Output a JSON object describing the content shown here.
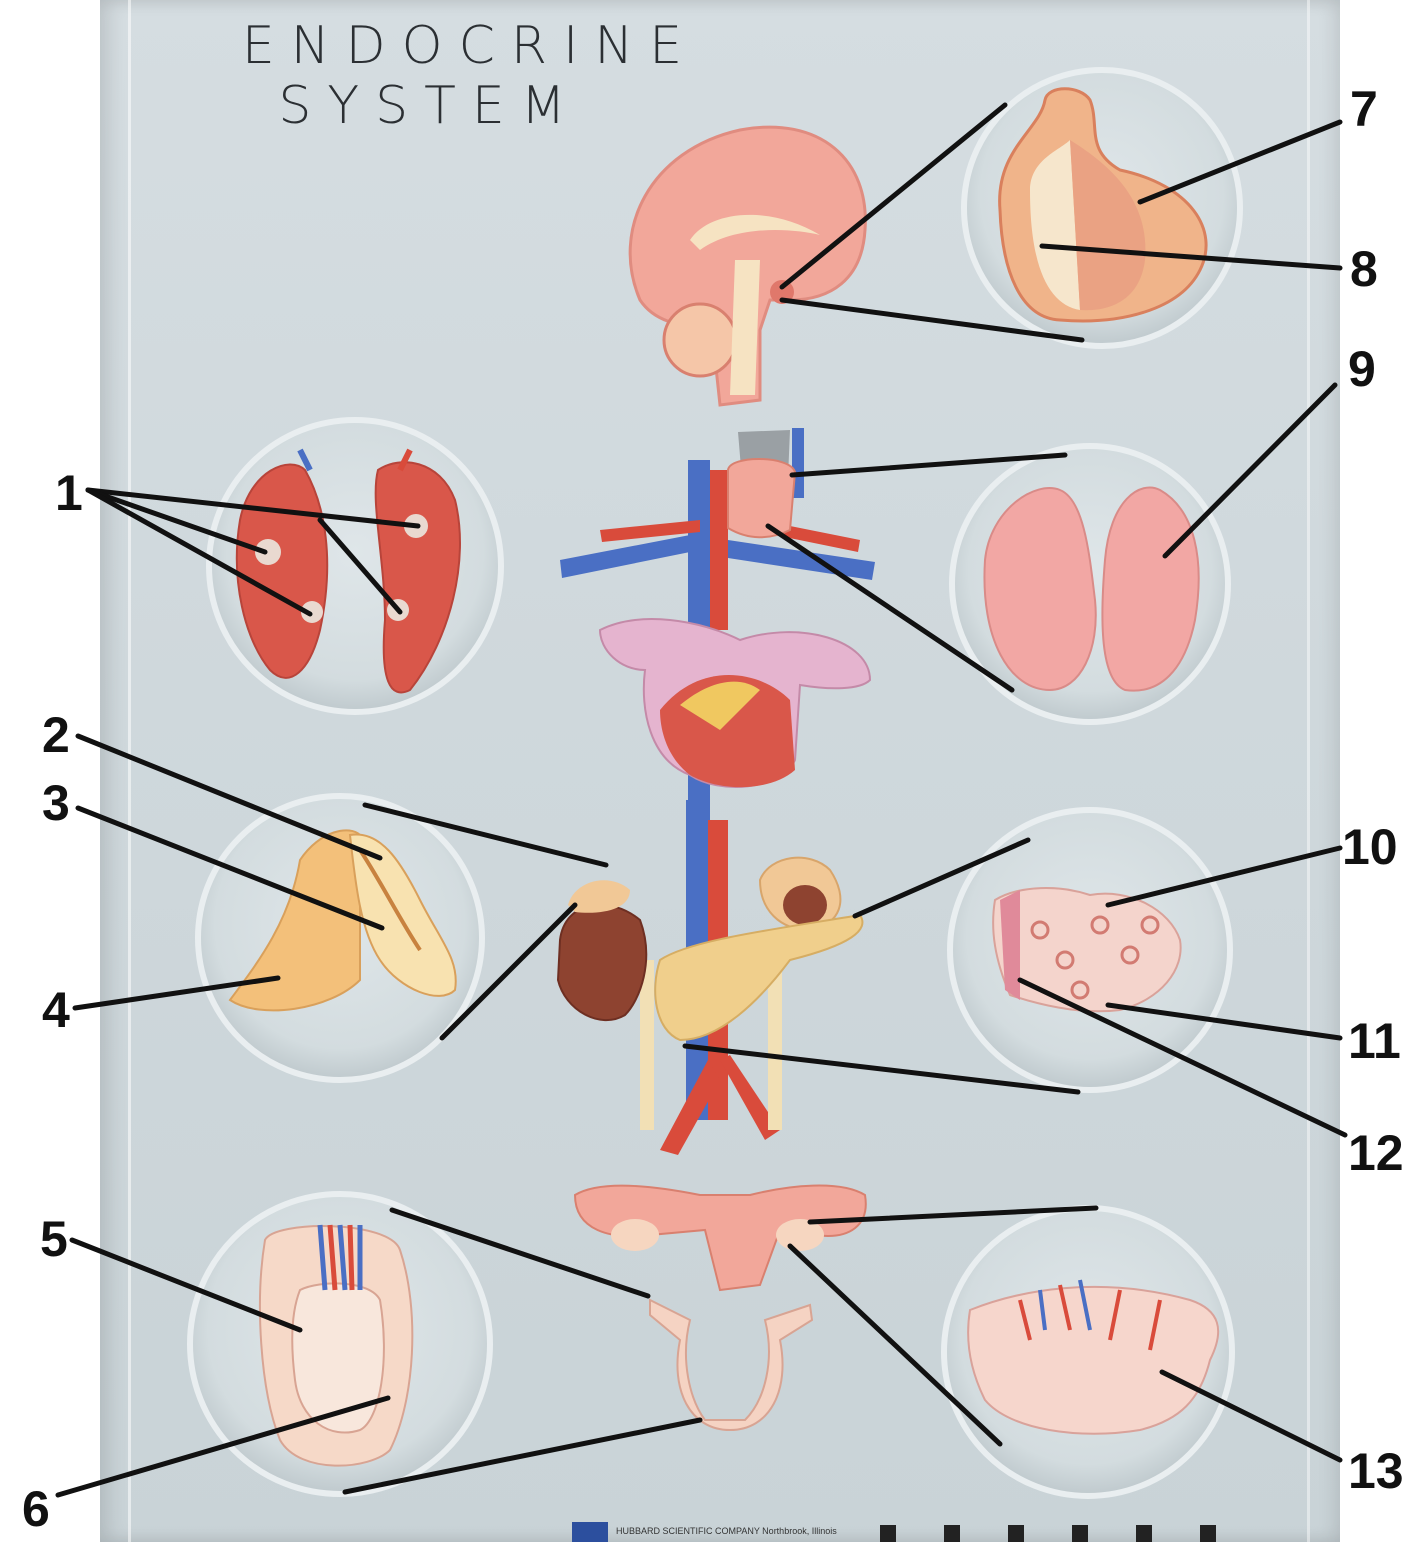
{
  "title": {
    "line1": "ENDOCRINE",
    "line2": "SYSTEM"
  },
  "labels": [
    "1",
    "2",
    "3",
    "4",
    "5",
    "6",
    "7",
    "8",
    "9",
    "10",
    "11",
    "12",
    "13"
  ],
  "footer": {
    "text": "HUBBARD SCIENTIFIC COMPANY Northbrook, Illinois"
  },
  "colors": {
    "board": "#cfd8dc",
    "leader": "#111111",
    "tissue_pink": "#f2a79a",
    "tissue_red": "#d9574a",
    "vein_blue": "#4a6fc4",
    "artery_red": "#d94b3b",
    "adrenal_yellow": "#f3c07a",
    "kidney_brown": "#8e4330"
  }
}
